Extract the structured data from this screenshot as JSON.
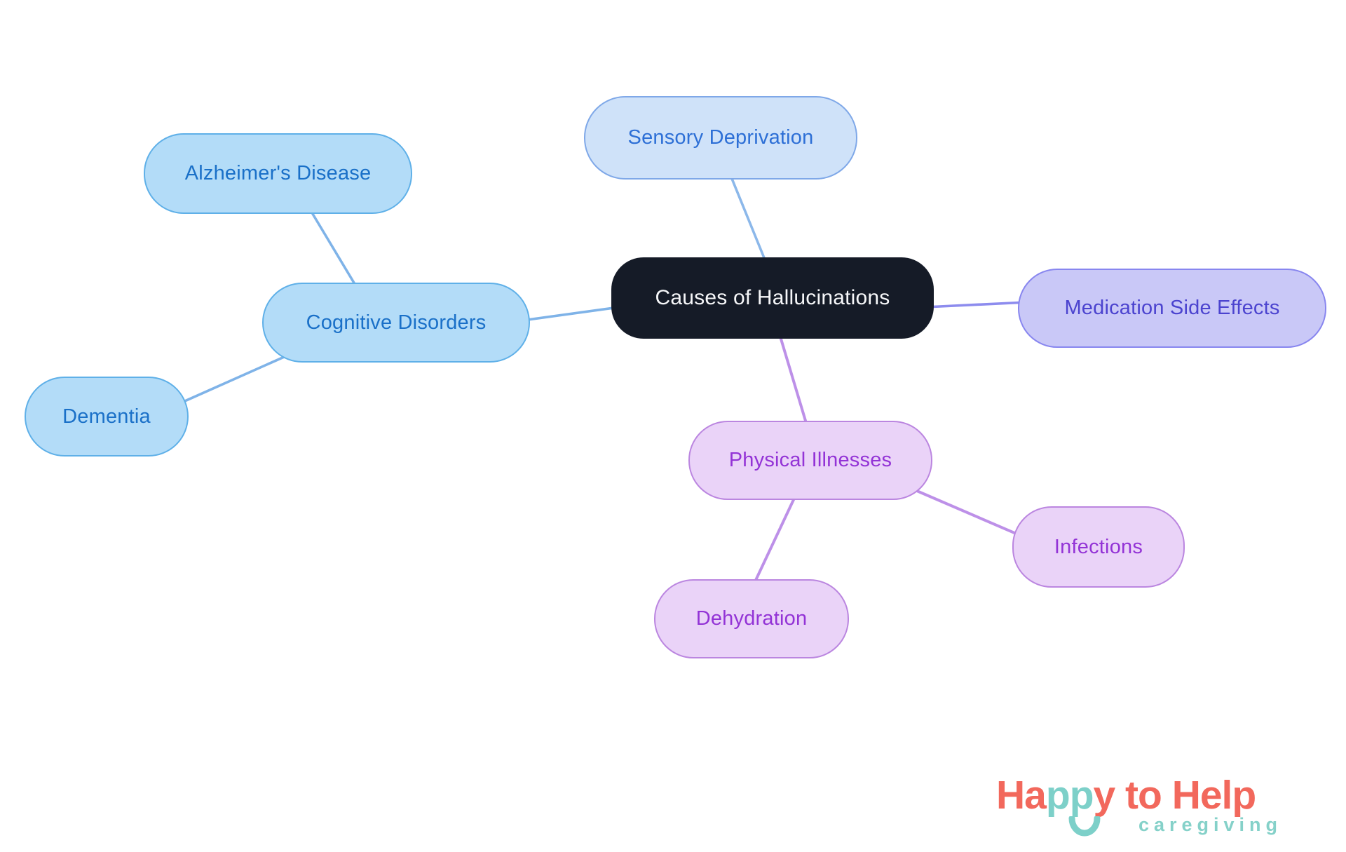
{
  "page": {
    "background": "#FFFFFF"
  },
  "diagram": {
    "central": {
      "label": "Causes of Hallucinations",
      "fill": "#151B27",
      "text_color": "#F6F7F9"
    },
    "branches": [
      {
        "id": "cognitive-disorders",
        "label": "Cognitive Disorders",
        "fill": "#B3DCF8",
        "border": "#5FB0E8",
        "text_color": "#1A70C8",
        "children": [
          {
            "id": "alzheimers-disease",
            "label": "Alzheimer's Disease"
          },
          {
            "id": "dementia",
            "label": "Dementia"
          }
        ]
      },
      {
        "id": "sensory-deprivation",
        "label": "Sensory Deprivation",
        "fill": "#CFE2F9",
        "border": "#7FA8E8",
        "text_color": "#2D6FD6",
        "children": []
      },
      {
        "id": "medication-side-effects",
        "label": "Medication Side Effects",
        "fill": "#C9C8F7",
        "border": "#8886EF",
        "text_color": "#4B43CF",
        "children": []
      },
      {
        "id": "physical-illnesses",
        "label": "Physical Illnesses",
        "fill": "#EAD3F8",
        "border": "#BB86E0",
        "text_color": "#9333D6",
        "children": [
          {
            "id": "infections",
            "label": "Infections"
          },
          {
            "id": "dehydration",
            "label": "Dehydration"
          }
        ]
      }
    ],
    "edge_colors": {
      "blue": "#7FB3E8",
      "light_blue": "#8CB8EA",
      "indigo": "#8D8CEE",
      "lilac": "#BD90E8"
    }
  },
  "logo": {
    "ha": "Ha",
    "pp": "pp",
    "y_to_help": "y to Help",
    "tagline": "caregiving",
    "coral": "#F2685C",
    "teal": "#7DD0C9"
  }
}
